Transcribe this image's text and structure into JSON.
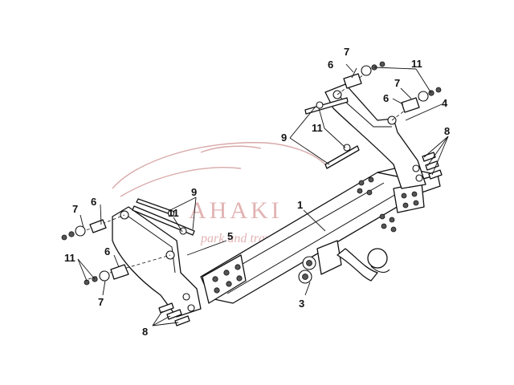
{
  "watermark": {
    "brand": "AHAKI",
    "tagline": "park and travel",
    "color": "#e2b3b3"
  },
  "callouts": {
    "part_1": "1",
    "part_3": "3",
    "part_4": "4",
    "part_5": "5",
    "part_6_left_upper": "6",
    "part_6_left_lower": "6",
    "part_6_right_upper": "6",
    "part_6_right_lower": "6",
    "part_7_left_upper": "7",
    "part_7_left_lower": "7",
    "part_7_right_upper": "7",
    "part_7_right_lower": "7",
    "part_8_left": "8",
    "part_8_right": "8",
    "part_9_left": "9",
    "part_9_right": "9",
    "part_11_left_upper": "11",
    "part_11_left_lower": "11",
    "part_11_right_upper": "11",
    "part_11_right_mid": "11"
  },
  "colors": {
    "line": "#111111",
    "background": "#ffffff"
  }
}
